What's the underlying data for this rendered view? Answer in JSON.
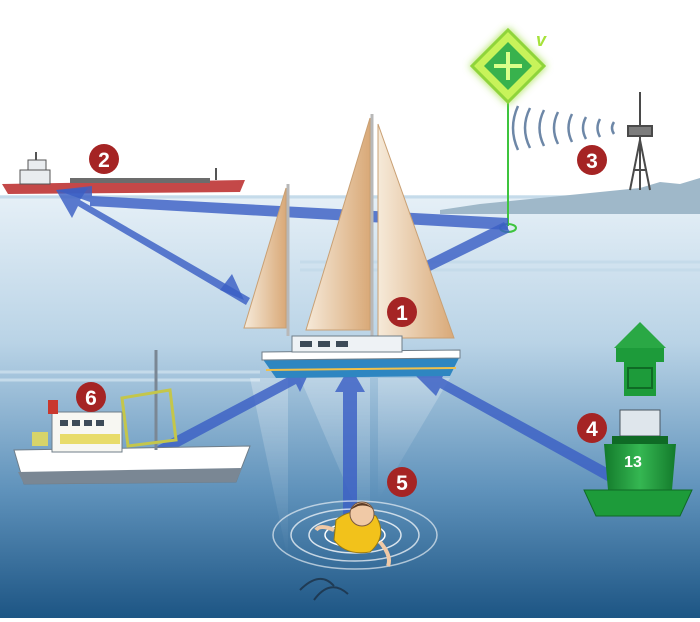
{
  "markers": [
    {
      "id": "marker-1",
      "label": "1",
      "subject": "sailing yacht"
    },
    {
      "id": "marker-2",
      "label": "2",
      "subject": "cargo ship"
    },
    {
      "id": "marker-3",
      "label": "3",
      "subject": "shore radio mast"
    },
    {
      "id": "marker-4",
      "label": "4",
      "subject": "channel buoy"
    },
    {
      "id": "marker-5",
      "label": "5",
      "subject": "person in water"
    },
    {
      "id": "marker-6",
      "label": "6",
      "subject": "fishing trawler"
    }
  ],
  "buoy": {
    "number": "13"
  },
  "beacon": {
    "letter": "v"
  },
  "colors": {
    "marker_fill": "#a52424",
    "arrow": "#3a5fc4",
    "sky_top": "#ffffff",
    "sea_top": "#dbe9f3",
    "sea_bottom": "#1f5c8c",
    "buoy_green": "#1d9b3a",
    "beacon_green": "#7ed321"
  }
}
